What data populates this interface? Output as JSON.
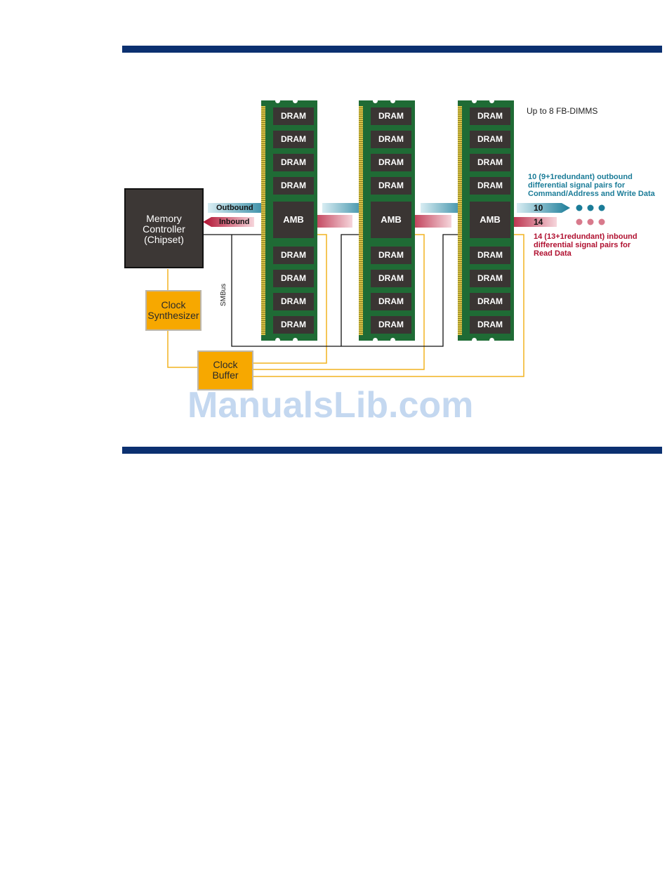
{
  "diagram": {
    "dram_label": "DRAM",
    "amb_label": "AMB",
    "memory_controller": [
      "Memory",
      "Controller",
      "(Chipset)"
    ],
    "clock_synthesizer": [
      "Clock",
      "Synthesizer"
    ],
    "clock_buffer": [
      "Clock",
      "Buffer"
    ],
    "outbound_label": "Outbound",
    "inbound_label": "Inbound",
    "smbus_label": "SMBus",
    "dimm_count_label": "Up to 8 FB-DIMMS",
    "outbound_description": [
      "10 (9+1redundant) outbound",
      "differential signal pairs for",
      "Command/Address and Write Data"
    ],
    "inbound_description": [
      "14 (13+1redundant) inbound",
      "differential signal pairs for",
      "Read Data"
    ],
    "outbound_pairs": "10",
    "inbound_pairs": "14",
    "colors": {
      "rule": "#0b3070",
      "dimm_board": "#1f6b35",
      "chip": "#3a3533",
      "outbound": "#1b7c98",
      "inbound": "#b01030",
      "clock": "#f7a800"
    }
  },
  "watermark": "ManualsLib.com"
}
